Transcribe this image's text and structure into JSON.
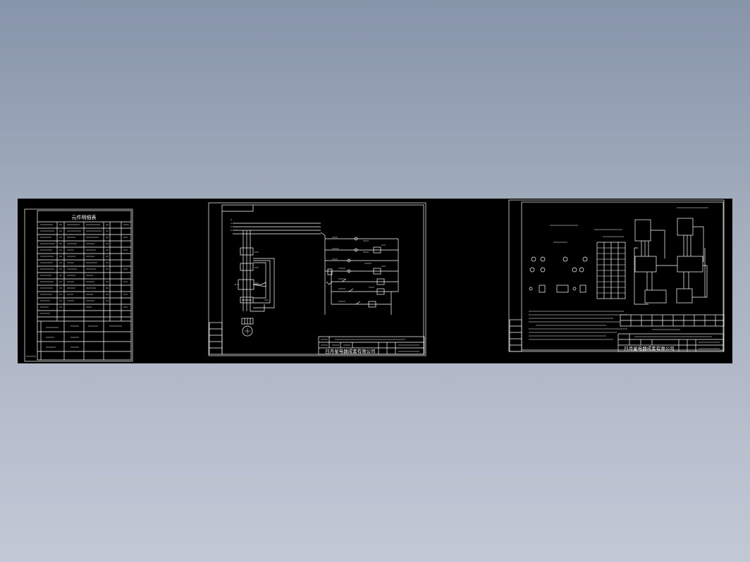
{
  "canvas": {
    "background_top": "#8795aa",
    "background_bottom": "#c3c8d6",
    "drawing_background": "#000000",
    "line_color": "#ffffff"
  },
  "sheets": [
    {
      "name": "bill-of-materials-sheet",
      "header": "元件明细表"
    },
    {
      "name": "control-circuit-schematic-sheet",
      "company": "日月星电器成套有限公司"
    },
    {
      "name": "wiring-layout-sheet",
      "company": "日月星电器成套有限公司"
    }
  ]
}
